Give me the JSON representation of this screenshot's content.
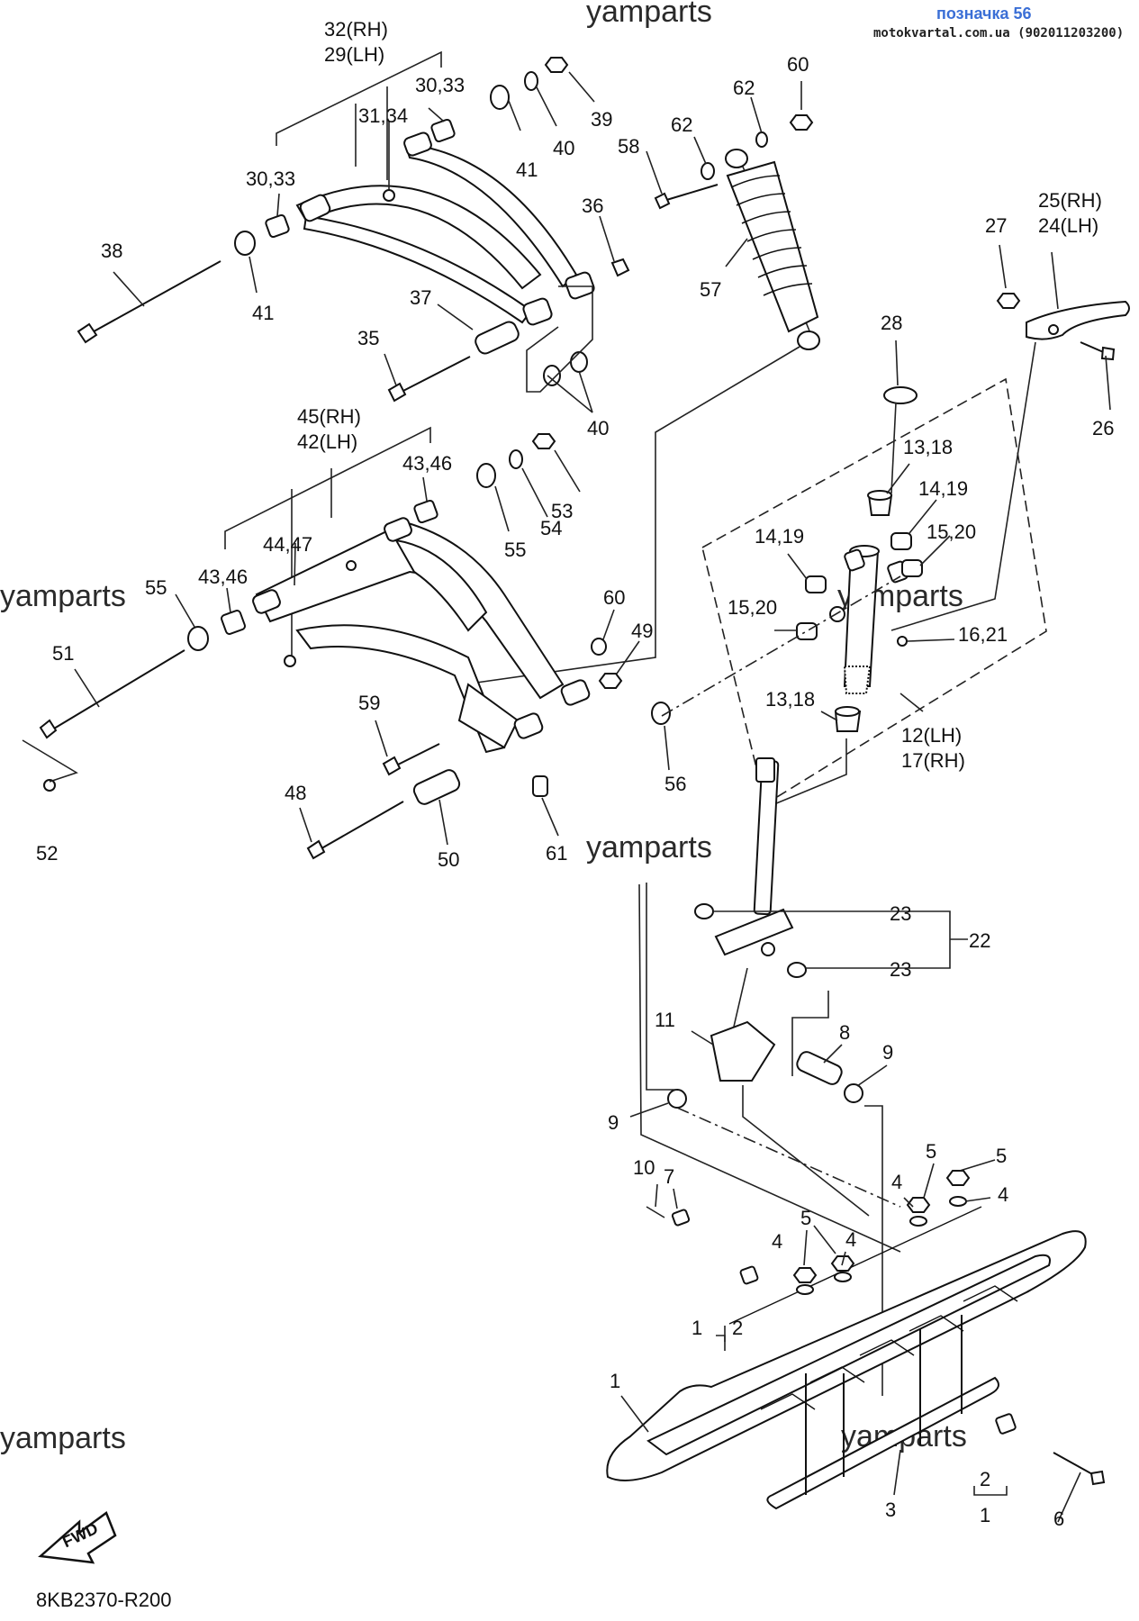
{
  "header": {
    "title": "позначка 56",
    "site": "motokvartal.com.ua (902011203200)"
  },
  "watermark": "yamparts",
  "figure_code": "8KB2370-R200",
  "fwd_label": "FWD",
  "labels": {
    "p1": "1",
    "p1b": "1",
    "p1c": "1",
    "p2": "2",
    "p2b": "2",
    "p3": "3",
    "p4a": "4",
    "p4b": "4",
    "p4c": "4",
    "p4d": "4",
    "p5a": "5",
    "p5b": "5",
    "p5c": "5",
    "p6": "6",
    "p7": "7",
    "p8": "8",
    "p9a": "9",
    "p9b": "9",
    "p10": "10",
    "p11": "11",
    "p12": "12(LH)",
    "p17": "17(RH)",
    "p13a": "13,18",
    "p13b": "13,18",
    "p14a": "14,19",
    "p14b": "14,19",
    "p15a": "15,20",
    "p15b": "15,20",
    "p16": "16,21",
    "p22": "22",
    "p23a": "23",
    "p23b": "23",
    "p25": "25(RH)",
    "p24": "24(LH)",
    "p26": "26",
    "p27": "27",
    "p28": "28",
    "p32": "32(RH)",
    "p29": "29(LH)",
    "p3033a": "30,33",
    "p3033b": "30,33",
    "p3134": "31,34",
    "p35": "35",
    "p36": "36",
    "p37": "37",
    "p38": "38",
    "p39": "39",
    "p40a": "40",
    "p40b": "40",
    "p41a": "41",
    "p41b": "41",
    "p45": "45(RH)",
    "p42": "42(LH)",
    "p4346a": "43,46",
    "p4346b": "43,46",
    "p4447": "44,47",
    "p48": "48",
    "p49": "49",
    "p50": "50",
    "p51": "51",
    "p52": "52",
    "p53": "53",
    "p54": "54",
    "p55a": "55",
    "p55b": "55",
    "p56": "56",
    "p57": "57",
    "p58": "58",
    "p59": "59",
    "p60a": "60",
    "p60b": "60",
    "p61": "61",
    "p62a": "62",
    "p62b": "62"
  }
}
